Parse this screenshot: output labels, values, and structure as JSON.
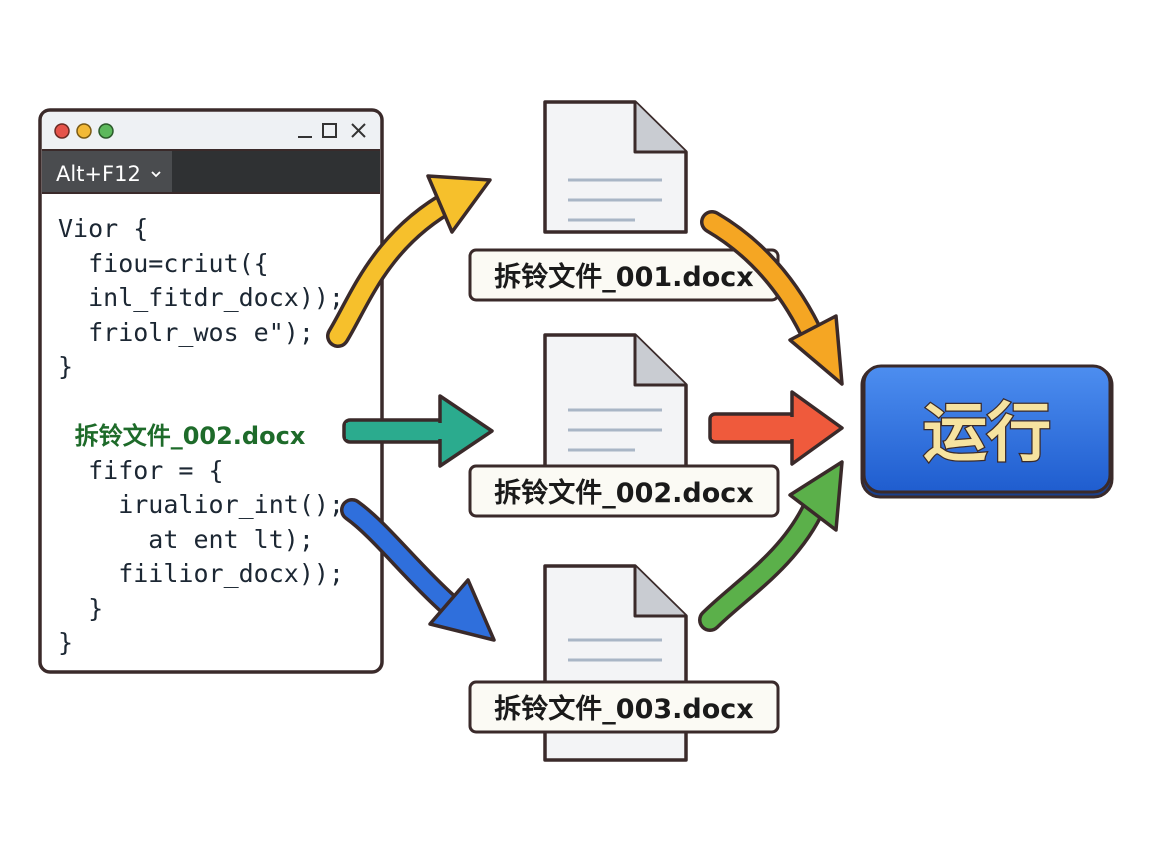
{
  "editor": {
    "window_controls": [
      "close-dot",
      "minimize-dot",
      "maximize-dot"
    ],
    "title_buttons": [
      "minimize-icon",
      "maximize-icon",
      "close-icon"
    ],
    "dropdown_label": "Alt+F12",
    "code_lines": [
      "Vior {",
      "  fiou=criut({",
      "  inl_fitdr_docx));",
      "  friolr_wos e\");",
      "}",
      "",
      "  拆铃文件_002.docx",
      "  fifor = {",
      "    irualior_int();",
      "      at ent lt);",
      "    fiilior_docx));",
      "  }",
      "}"
    ]
  },
  "files": [
    {
      "label": "拆铃文件_001.docx"
    },
    {
      "label": "拆铃文件_002.docx"
    },
    {
      "label": "拆铃文件_003.docx"
    }
  ],
  "run_button": {
    "label": "运行"
  },
  "colors": {
    "arrow_yellow": "#f6c02c",
    "arrow_teal": "#2bab8e",
    "arrow_blue": "#2f6fdc",
    "arrow_orange": "#f5a623",
    "arrow_red": "#ef5a3c",
    "arrow_green": "#5bb04a",
    "run_bg": "#2d6fe0",
    "run_text": "#f6e3a0",
    "outline": "#3a2a2a"
  }
}
